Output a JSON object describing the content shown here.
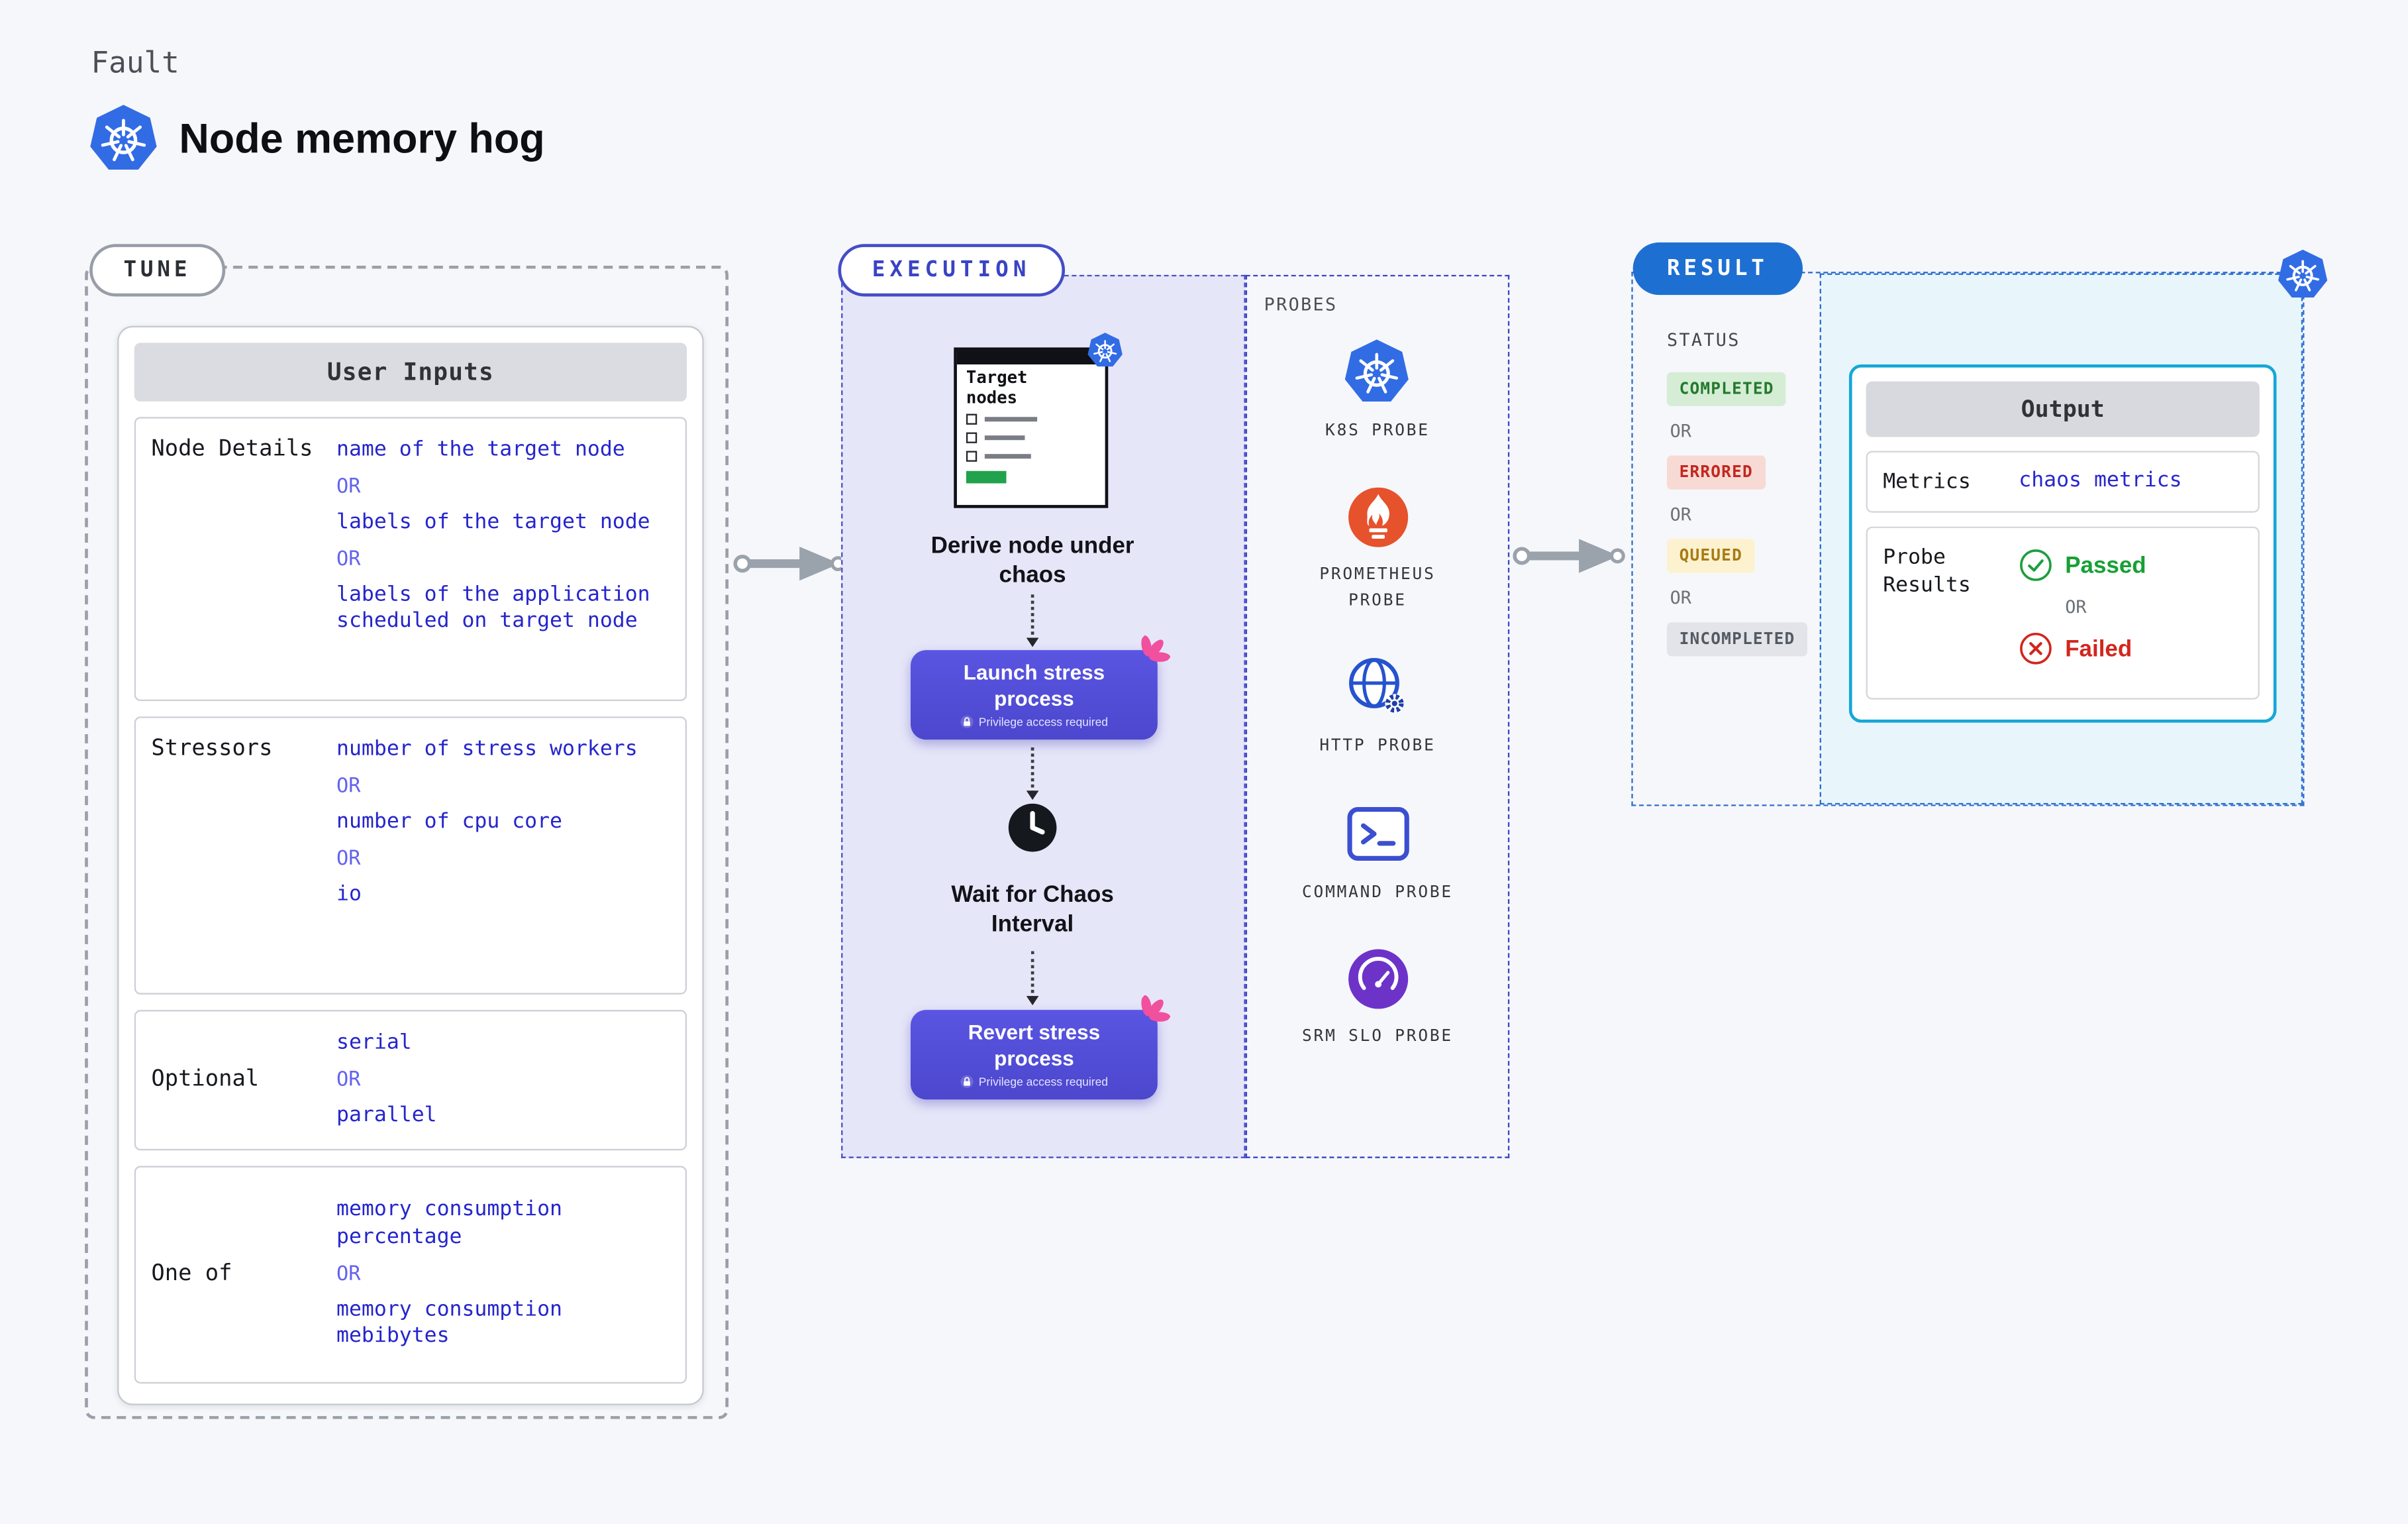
{
  "colors": {
    "kubernetes_blue": "#326ce5",
    "execution_purple": "#534ed6",
    "result_blue": "#1e6fd2",
    "output_border_cyan": "#15a7d8",
    "value_blue": "#2727cf",
    "success_green": "#17a034",
    "error_red": "#d2261d"
  },
  "header": {
    "kicker": "Fault",
    "title": "Node memory hog"
  },
  "tune": {
    "pill": "TUNE",
    "panel_title": "User Inputs",
    "or": "OR",
    "rows": [
      {
        "label": "Node Details",
        "options": [
          "name of the target node",
          "labels of the target node",
          "labels of the application scheduled on target node"
        ]
      },
      {
        "label": "Stressors",
        "options": [
          "number of stress workers",
          "number of cpu core",
          "io"
        ]
      },
      {
        "label": "Optional",
        "options": [
          "serial",
          "parallel"
        ]
      },
      {
        "label": "One of",
        "options": [
          "memory consumption percentage",
          "memory consumption mebibytes"
        ]
      }
    ]
  },
  "execution": {
    "pill": "EXECUTION",
    "window": {
      "title": "Target nodes"
    },
    "derive_label": "Derive node under chaos",
    "launch_label": "Launch stress process",
    "privilege_note": "Privilege access required",
    "wait_label": "Wait for Chaos Interval",
    "revert_label": "Revert stress process"
  },
  "probes": {
    "heading": "PROBES",
    "items": [
      {
        "label": "K8S PROBE",
        "icon": "kubernetes-icon"
      },
      {
        "label": "PROMETHEUS PROBE",
        "icon": "prometheus-icon"
      },
      {
        "label": "HTTP PROBE",
        "icon": "globe-icon"
      },
      {
        "label": "COMMAND PROBE",
        "icon": "terminal-icon"
      },
      {
        "label": "SRM SLO PROBE",
        "icon": "gauge-icon"
      }
    ]
  },
  "result": {
    "pill": "RESULT",
    "status_heading": "STATUS",
    "or": "OR",
    "statuses": [
      {
        "label": "COMPLETED",
        "text_color": "#247a2d",
        "bg_color": "#d5edd5"
      },
      {
        "label": "ERRORED",
        "text_color": "#c3271e",
        "bg_color": "#f8dad5"
      },
      {
        "label": "QUEUED",
        "text_color": "#a87b15",
        "bg_color": "#fcf2cf"
      },
      {
        "label": "INCOMPLETED",
        "text_color": "#555a62",
        "bg_color": "#e2e4e9"
      }
    ],
    "output": {
      "title": "Output",
      "metrics_label": "Metrics",
      "metrics_value": "chaos metrics",
      "probe_results_label": "Probe Results",
      "passed_label": "Passed",
      "failed_label": "Failed"
    }
  }
}
